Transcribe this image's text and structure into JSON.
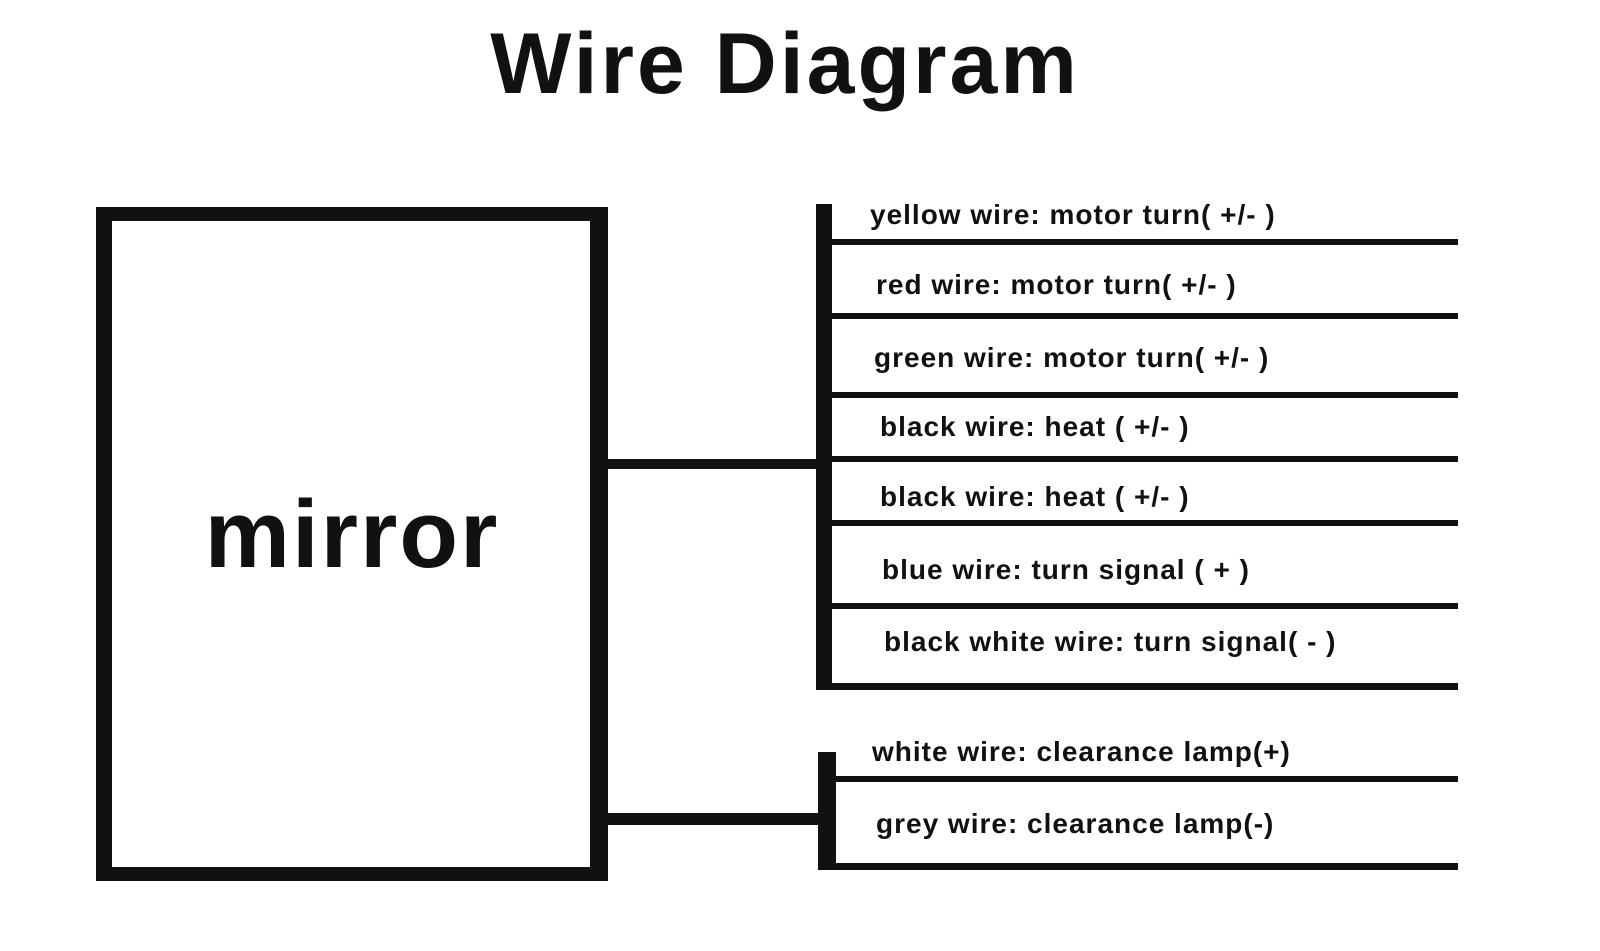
{
  "title": "Wire Diagram",
  "mirror": {
    "label": "mirror"
  },
  "main_group": {
    "wires": [
      {
        "label": "yellow wire: motor turn( +/- )"
      },
      {
        "label": "red wire: motor turn( +/- )"
      },
      {
        "label": "green wire: motor turn( +/- )"
      },
      {
        "label": "black wire: heat  ( +/- )"
      },
      {
        "label": "black wire: heat  ( +/- )"
      },
      {
        "label": "blue wire: turn signal  ( + )"
      },
      {
        "label": "black white wire: turn signal( - )"
      }
    ]
  },
  "lamp_group": {
    "wires": [
      {
        "label": "white wire: clearance lamp(+)"
      },
      {
        "label": "grey wire: clearance lamp(-)"
      }
    ]
  }
}
